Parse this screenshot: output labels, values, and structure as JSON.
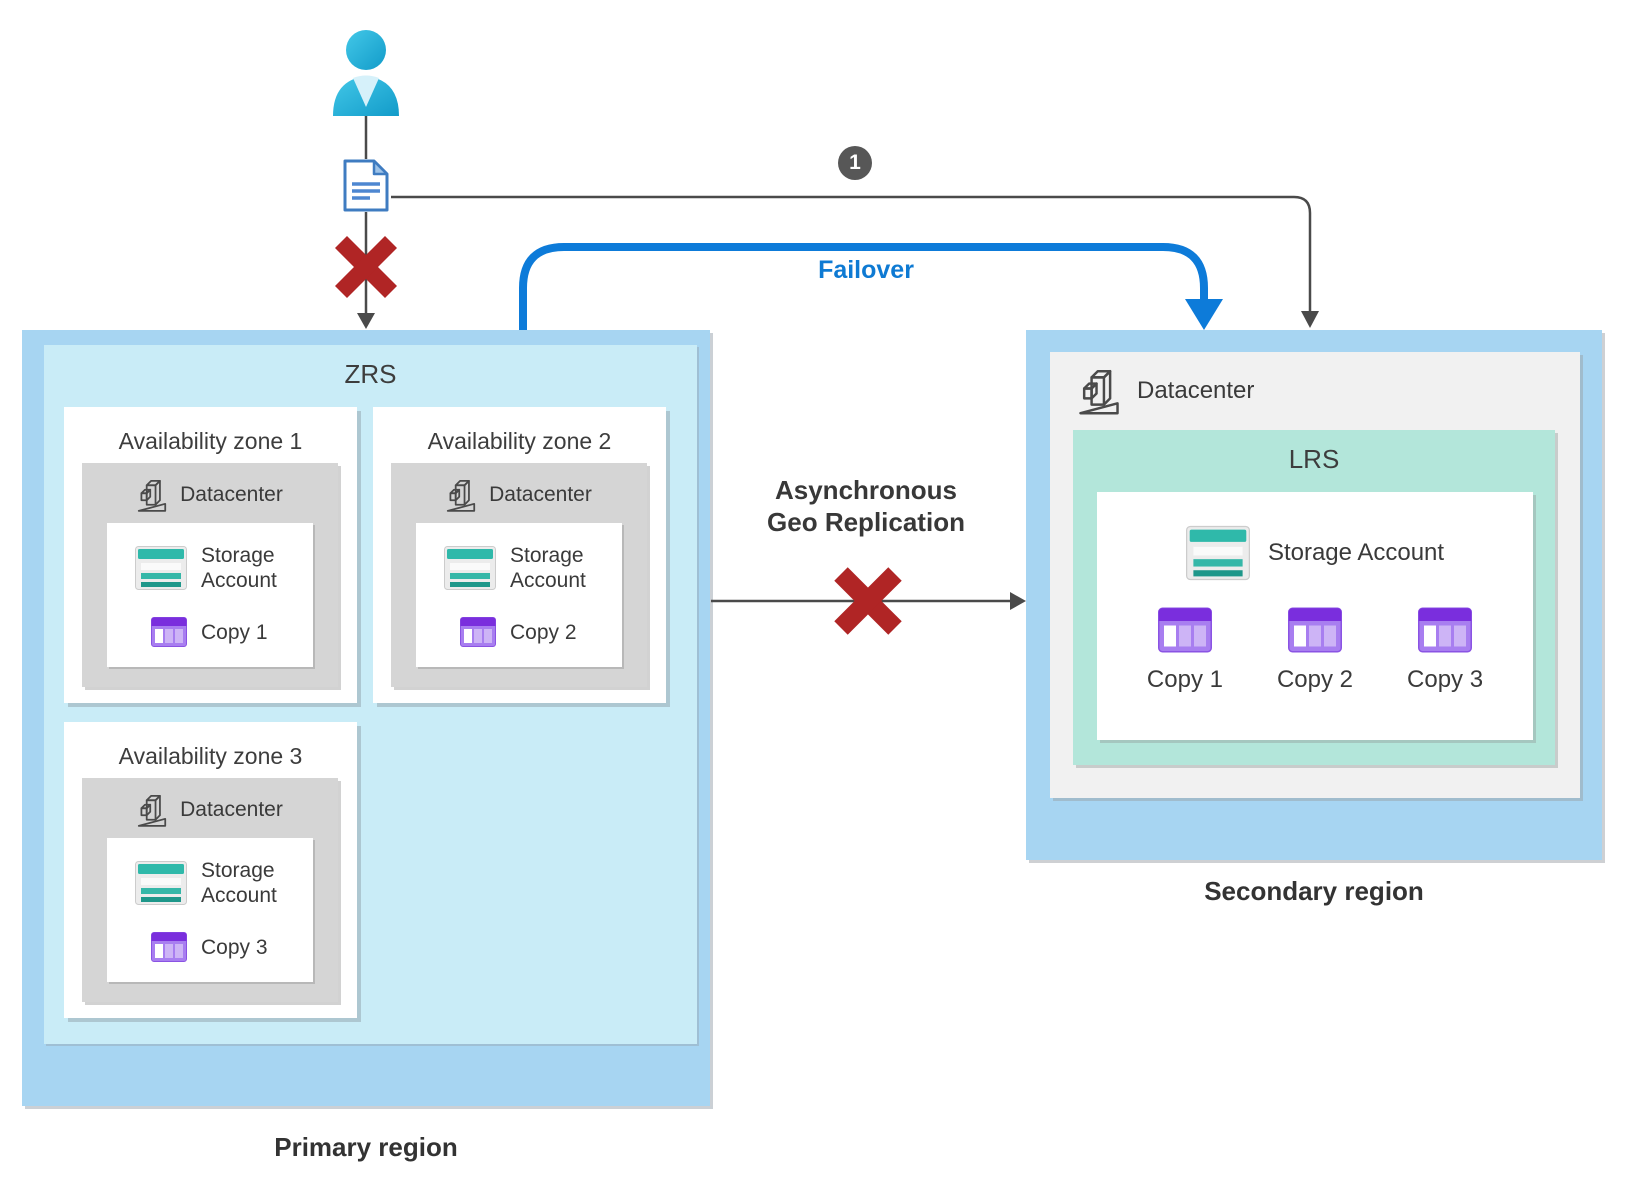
{
  "diagram": {
    "step_badge": "1",
    "failover_label": "Failover",
    "async_label_line1": "Asynchronous",
    "async_label_line2": "Geo Replication",
    "primary": {
      "title": "ZRS",
      "region_label": "Primary region",
      "zones": [
        {
          "title": "Availability zone 1",
          "datacenter_label": "Datacenter",
          "storage_label_line1": "Storage",
          "storage_label_line2": "Account",
          "copy_label": "Copy 1"
        },
        {
          "title": "Availability zone 2",
          "datacenter_label": "Datacenter",
          "storage_label_line1": "Storage",
          "storage_label_line2": "Account",
          "copy_label": "Copy 2"
        },
        {
          "title": "Availability zone 3",
          "datacenter_label": "Datacenter",
          "storage_label_line1": "Storage",
          "storage_label_line2": "Account",
          "copy_label": "Copy 3"
        }
      ]
    },
    "secondary": {
      "title": "LRS",
      "region_label": "Secondary region",
      "datacenter_label": "Datacenter",
      "storage_label": "Storage Account",
      "copies": [
        "Copy 1",
        "Copy 2",
        "Copy 3"
      ]
    },
    "colors": {
      "region_fill": "#a7d5f2",
      "zrs_fill": "#c9ecf7",
      "lrs_fill": "#b3e6da",
      "datacenter_gray_primary": "#d5d5d5",
      "datacenter_gray_secondary": "#f1f1f1",
      "failover_blue": "#0d7bd9",
      "error_red": "#b02525",
      "connector_dark": "#4a4a4a",
      "storage_teal": "#2fb9aa",
      "copy_purple": "#7a2edd",
      "person_cyan": "#29b4d8"
    }
  }
}
